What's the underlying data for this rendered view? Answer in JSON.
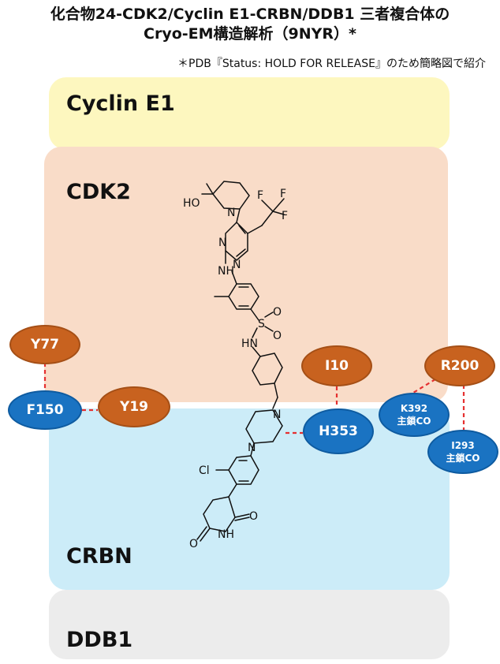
{
  "title": {
    "line1": "化合物24-CDK2/Cyclin E1-CRBN/DDB1 三者複合体の",
    "line2": "Cryo-EM構造解析（9NYR）*"
  },
  "note": "＊PDB『Status:  HOLD FOR RELEASE』のため簡略図で紹介",
  "regions": {
    "cyclin": "Cyclin E1",
    "cdk2": "CDK2",
    "crbn": "CRBN",
    "ddb1": "DDB1"
  },
  "colors": {
    "cyclin": "#fdf7bf",
    "cdk2": "#f9dcc8",
    "crbn": "#ccecf8",
    "ddb1": "#ececec",
    "residue_orange": "#c8621f",
    "residue_blue": "#1a73c2",
    "contact_line": "#e53030"
  },
  "residues": {
    "y77": "Y77",
    "f150": "F150",
    "y19": "Y19",
    "i10": "I10",
    "h353": "H353",
    "r200": "R200",
    "k392": "K392",
    "k392_sub": "主鎖CO",
    "i293": "I293",
    "i293_sub": "主鎖CO"
  },
  "atoms": {
    "ho": "HO",
    "f1": "F",
    "f2": "F",
    "f3": "F",
    "n_pip": "N",
    "n_pyr1": "N",
    "n_pyr2": "N",
    "nh_an": "NH",
    "s": "S",
    "o1": "O",
    "o2": "O",
    "nh_s": "HN",
    "n_pz1": "N",
    "n_pz2": "N",
    "cl": "Cl",
    "o_g1": "O",
    "o_g2": "O",
    "nh_g": "NH"
  }
}
